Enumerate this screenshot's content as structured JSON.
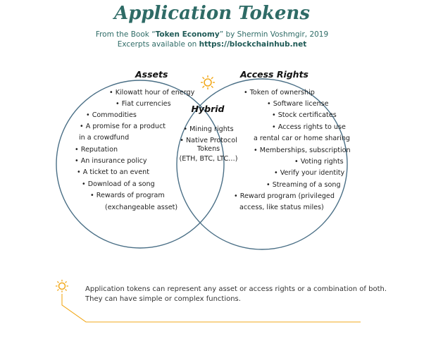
{
  "header": {
    "title": "Application Tokens",
    "sub_prefix": "From the Book “",
    "book": "Token Economy",
    "sub_suffix": "” by Shermin Voshmgir, 2019",
    "excerpts_prefix": "Excerpts available on ",
    "url": "https://blockchainhub.net"
  },
  "venn": {
    "left_title": "Assets",
    "right_title": "Access Rights",
    "center_title": "Hybrid",
    "left_items": [
      "• Kilowatt hour of energy",
      "• Fiat currencies",
      "• Commodities",
      "• A promise for a product",
      "in a crowdfund",
      "• Reputation",
      "• An insurance policy",
      "• A ticket to an event",
      "• Download of a song",
      "• Rewards of program",
      "(exchangeable asset)"
    ],
    "right_items": [
      "• Token of ownership",
      "• Software license",
      "• Stock certificates",
      "• Access rights to use",
      "a rental car or home sharing",
      "• Memberships, subscription",
      "• Voting rights",
      "• Verify your identity",
      "• Streaming of a song",
      "• Reward program (privileged",
      "access, like status miles)"
    ],
    "center_items": [
      "• Mining rights",
      "• Native Protocol",
      "Tokens",
      "(ETH, BTC, LTC…)"
    ],
    "colors": {
      "circle": "#4a6f86",
      "accent": "#f2a91c",
      "title": "#2e6b66"
    }
  },
  "footer": {
    "line1": "Application tokens can represent any asset or access rights or a combination of both.",
    "line2": "They can have simple or complex functions."
  }
}
